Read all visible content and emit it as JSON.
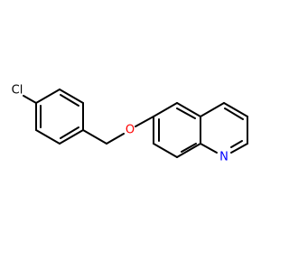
{
  "atoms": {
    "chlorine": {
      "label": "Cl",
      "color": "#000000"
    },
    "oxygen": {
      "label": "O",
      "color": "#FF0000"
    },
    "nitrogen": {
      "label": "N",
      "color": "#0000FF"
    }
  }
}
